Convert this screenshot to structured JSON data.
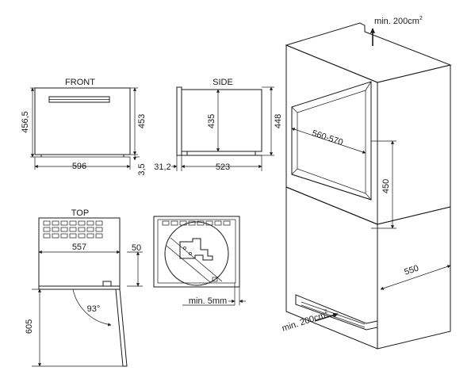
{
  "views": {
    "front": {
      "title": "FRONT",
      "width": "596",
      "height_outer": "456,5",
      "height_inner": "453",
      "foot": "3,5"
    },
    "side": {
      "title": "SIDE",
      "depth": "523",
      "front_offset": "31,2",
      "body_height": "435",
      "total_height": "448"
    },
    "top": {
      "title": "TOP",
      "depth": "557",
      "panel": "50",
      "door_angle": "93°",
      "door_swing": "605"
    },
    "detail": {
      "clearance": "min. 5mm"
    },
    "cabinet": {
      "vent_top": "min. 200cm",
      "vent_top_sup": "2",
      "vent_bottom": "min. 200cm",
      "vent_bottom_sup": "2",
      "niche_width": "560-570",
      "niche_height": "450",
      "depth": "550"
    }
  }
}
